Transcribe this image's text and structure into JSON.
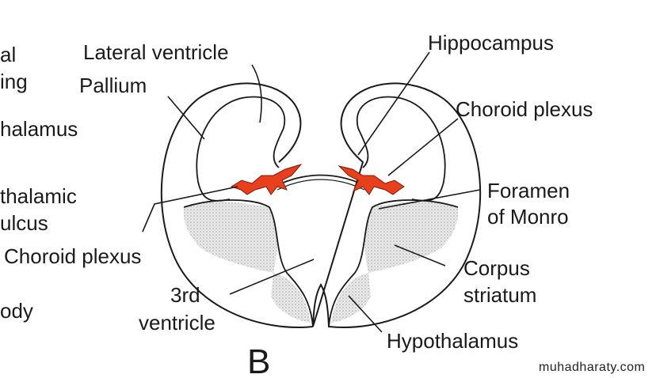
{
  "figure_letter": "B",
  "watermark": "muhadharaty.com",
  "left_cut_labels": [
    "al",
    "ing",
    "halamus",
    "thalamic",
    "ulcus",
    "ody"
  ],
  "labels": {
    "lateral_ventricle": "Lateral ventricle",
    "pallium": "Pallium",
    "choroid_plexus_left": "Choroid plexus",
    "third_ventricle_1": "3rd",
    "third_ventricle_2": "ventricle",
    "hippocampus": "Hippocampus",
    "choroid_plexus_right": "Choroid plexus",
    "foramen_1": "Foramen",
    "foramen_2": "of Monro",
    "corpus_1": "Corpus",
    "corpus_2": "striatum",
    "hypothalamus": "Hypothalamus"
  },
  "colors": {
    "choroid": "#e8401c",
    "stipple": "#cfcfcf",
    "line": "#1a1a1a"
  }
}
